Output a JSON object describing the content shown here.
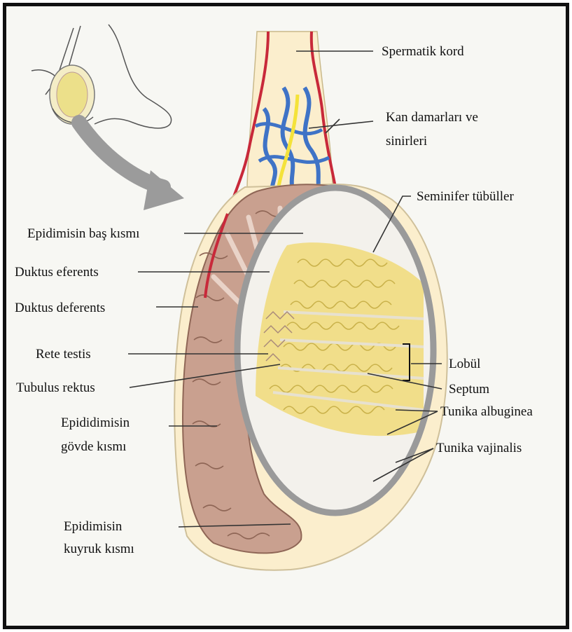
{
  "colors": {
    "background": "#f7f7f3",
    "frame": "#111111",
    "epididymis": "#c9a08f",
    "epididymis_dark": "#8f6656",
    "tubules": "#f1de8a",
    "tubules_line": "#c9b14a",
    "tunica": "#9a9a9a",
    "outer_sac": "#fbeecd",
    "artery": "#c8293a",
    "vein": "#3f73c6",
    "nerve": "#f4e23a",
    "arrow": "#9b9b9b",
    "leader": "#333333"
  },
  "icons": [
    "body-outline-inset",
    "pointer-arrow"
  ],
  "labels": {
    "spermatic_cord": "Spermatik kord",
    "vessels_nerves_1": "Kan damarları ve",
    "vessels_nerves_2": "sinirleri",
    "seminiferous_tubules": "Seminifer tübüller",
    "epididymis_head": "Epidimisin baş kısmı",
    "efferent_ducts": "Duktus eferents",
    "vas_deferens": "Duktus deferents",
    "rete_testis": "Rete testis",
    "tubulus_rectus": "Tubulus rektus",
    "epididymis_body_1": "Epididimisin",
    "epididymis_body_2": "gövde kısmı",
    "epididymis_tail_1": "Epidimisin",
    "epididymis_tail_2": "kuyruk kısmı",
    "lobule": "Lobül",
    "septum": "Septum",
    "tunica_albuginea": "Tunika albuginea",
    "tunica_vaginalis": "Tunika vajinalis"
  }
}
